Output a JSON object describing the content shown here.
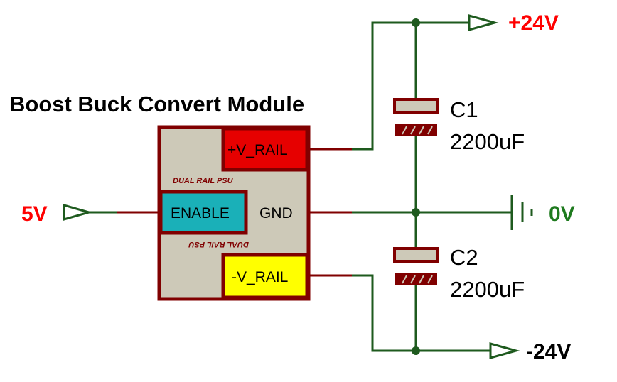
{
  "title": "Boost Buck Convert Module",
  "module": {
    "pin_vrail_pos": "+V_RAIL",
    "pin_enable": "ENABLE",
    "pin_gnd": "GND",
    "pin_vrail_neg": "-V_RAIL",
    "label_top": "DUAL RAIL PSU",
    "label_bottom": "DUAL RAIL PSU"
  },
  "terminals": {
    "input": "5V",
    "positive_rail": "+24V",
    "ground": "0V",
    "negative_rail": "-24V"
  },
  "capacitors": [
    {
      "ref": "C1",
      "value": "2200uF"
    },
    {
      "ref": "C2",
      "value": "2200uF"
    }
  ],
  "colors": {
    "wire": "#1e5a1e",
    "outline": "#800000",
    "module_fill": "#cdc9b8",
    "vrail_pos_fill": "#e60000",
    "enable_fill": "#1ab0b8",
    "vrail_neg_fill": "#ffff00",
    "red_label": "#ff0000",
    "green_label": "#1e7a1e",
    "psu_label": "#800000"
  }
}
